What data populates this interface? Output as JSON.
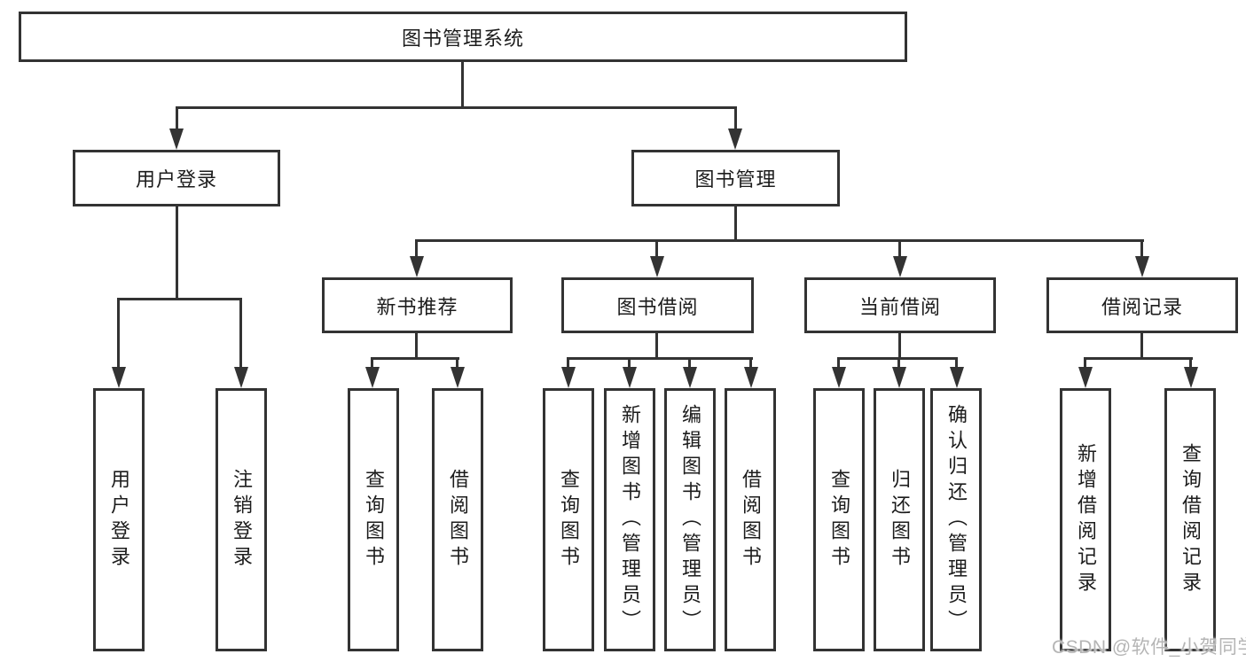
{
  "diagram": {
    "root": {
      "label": "图书管理系统"
    },
    "level2": [
      {
        "label": "用户登录"
      },
      {
        "label": "图书管理"
      }
    ],
    "level3": [
      {
        "label": "新书推荐"
      },
      {
        "label": "图书借阅"
      },
      {
        "label": "当前借阅"
      },
      {
        "label": "借阅记录"
      }
    ],
    "leaves": {
      "user_login": [
        "用户登录",
        "注销登录"
      ],
      "new_book": [
        "查询图书",
        "借阅图书"
      ],
      "book_borrow": [
        "查询图书",
        "新增图书（管理员）",
        "编辑图书（管理员）",
        "借阅图书"
      ],
      "current_borrow": [
        "查询图书",
        "归还图书",
        "确认归还（管理员）"
      ],
      "borrow_record": [
        "新增借阅记录",
        "查询借阅记录"
      ]
    }
  },
  "watermark": "CSDN @软件_小贺同学",
  "colors": {
    "line": "#333333",
    "text": "#1c1c1c",
    "background": "#ffffff",
    "watermark": "#b5b5b5"
  }
}
